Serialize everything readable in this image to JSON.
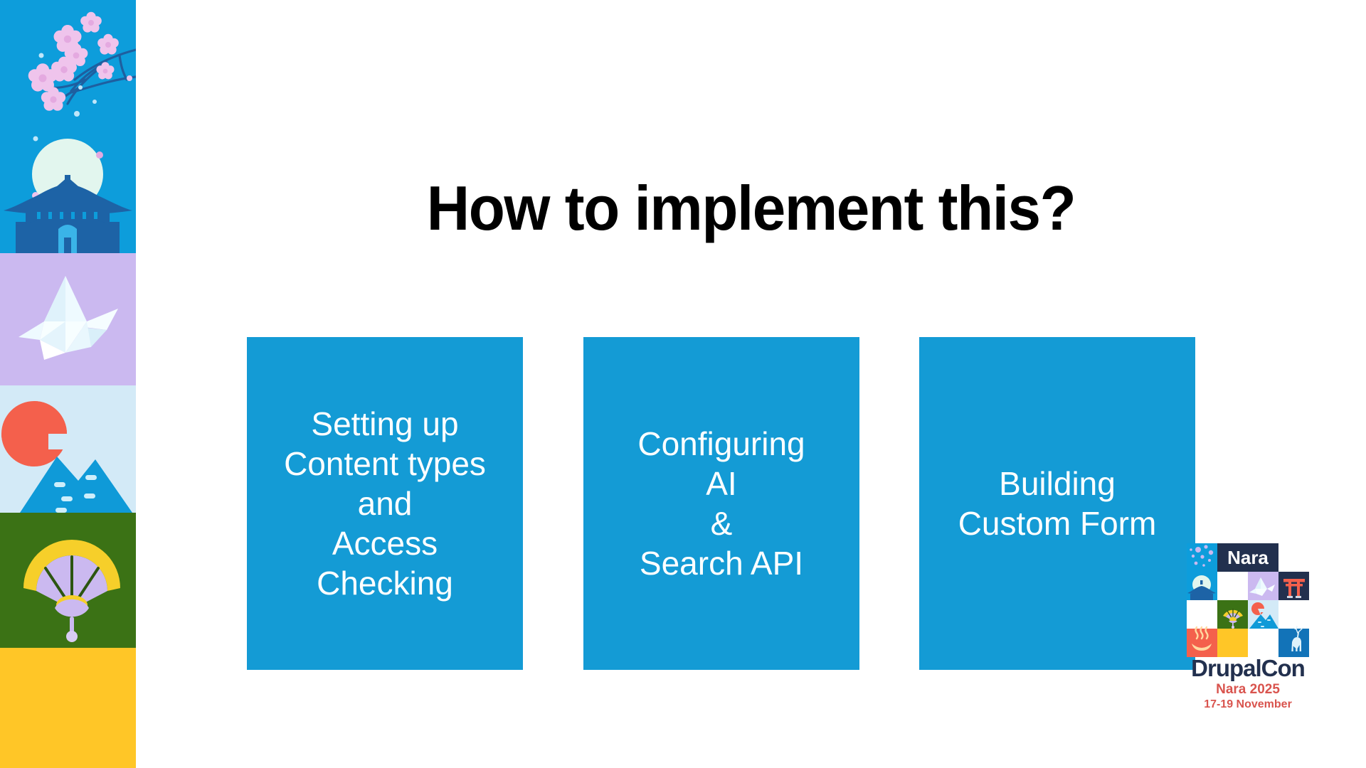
{
  "slide": {
    "title": "How to implement this?",
    "background_color": "#ffffff",
    "accent_color": "#149bd5"
  },
  "sidebar": {
    "name": "nara-decorative-strip",
    "bands": [
      {
        "name": "sakura-pagoda-moon",
        "color": "#0d9ddb",
        "icons": [
          "cherry-blossom-branch",
          "moon",
          "pagoda-temple"
        ]
      },
      {
        "name": "origami-crane",
        "color": "#cbb9f0",
        "icons": [
          "origami-crane"
        ]
      },
      {
        "name": "mount-fuji-sunrise",
        "color": "#d3eaf7",
        "icons": [
          "red-sun",
          "mount-fuji"
        ]
      },
      {
        "name": "folding-fan",
        "color": "#3b7215",
        "icons": [
          "folding-fan"
        ]
      },
      {
        "name": "plain-yellow",
        "color": "#ffc627",
        "icons": []
      }
    ]
  },
  "boxes": [
    {
      "id": "box-content-types",
      "text": "Setting up\nContent types\nand\nAccess\nChecking",
      "color": "#149bd5"
    },
    {
      "id": "box-ai-search-api",
      "text": "Configuring\nAI\n&\nSearch API",
      "color": "#149bd5"
    },
    {
      "id": "box-custom-form",
      "text": "Building\nCustom Form",
      "color": "#149bd5"
    }
  ],
  "logo": {
    "badge_label": "Nara",
    "wordmark": "DrupalCon",
    "location_year": "Nara 2025",
    "dates": "17-19 November",
    "wordmark_color": "#22304e",
    "accent_color": "#d9544e",
    "tiles": [
      "bubbles",
      "nara-label",
      "blank",
      "blank",
      "pagoda-moon",
      "blank",
      "origami-crane",
      "torii-gate",
      "blank",
      "folding-fan",
      "mount-fuji-sun",
      "blank",
      "onsen-hotspring",
      "yellow",
      "blank",
      "deer"
    ]
  }
}
